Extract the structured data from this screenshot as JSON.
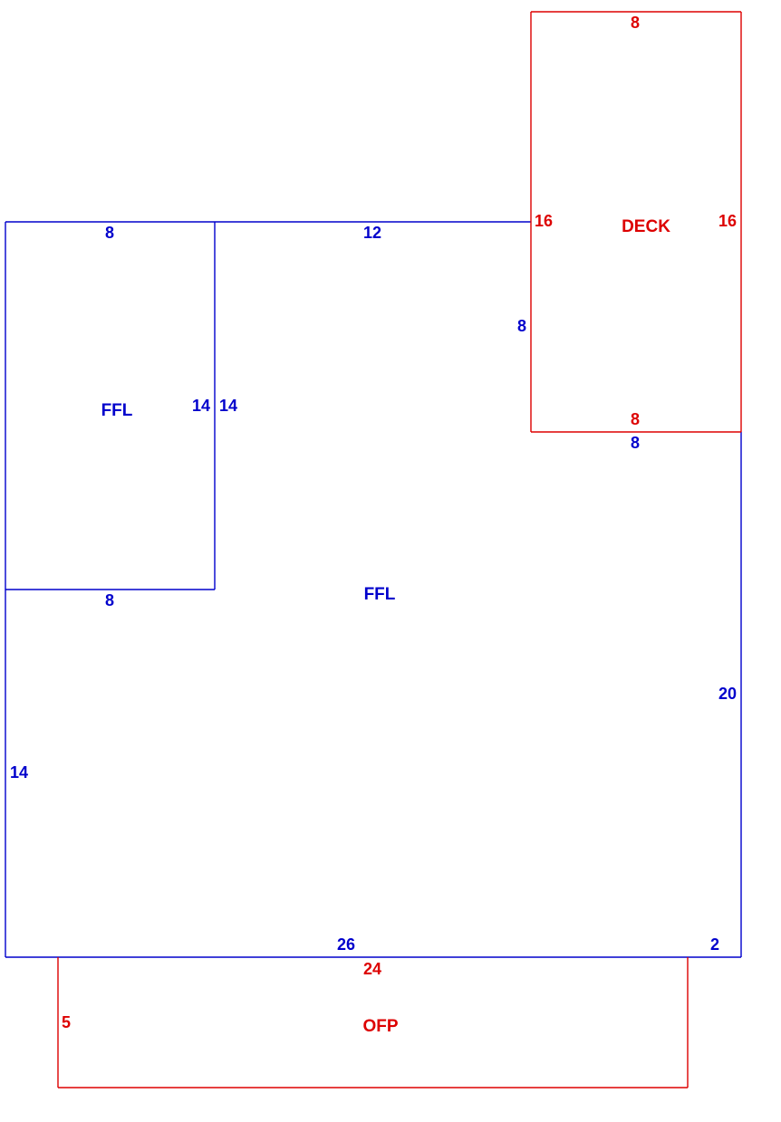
{
  "colors": {
    "living_area": "#0000cc",
    "deck_porch": "#dd0000"
  },
  "areas": [
    {
      "id": "ffl-upper",
      "label": "FFL",
      "color": "#0000cc",
      "dimensions": {
        "top": "8",
        "right": "14",
        "bottom": "8"
      }
    },
    {
      "id": "ffl-main",
      "label": "FFL",
      "color": "#0000cc",
      "dimensions": {
        "top": "12",
        "inner_left": "14",
        "deck_side": "8",
        "deck_bottom": "8",
        "right": "20",
        "left": "14",
        "bottom": "26",
        "bottom_right": "2"
      }
    },
    {
      "id": "deck",
      "label": "DECK",
      "color": "#dd0000",
      "dimensions": {
        "top": "8",
        "left": "16",
        "right": "16",
        "bottom": "8"
      }
    },
    {
      "id": "ofp",
      "label": "OFP",
      "color": "#dd0000",
      "dimensions": {
        "top": "24",
        "left": "5"
      }
    }
  ]
}
